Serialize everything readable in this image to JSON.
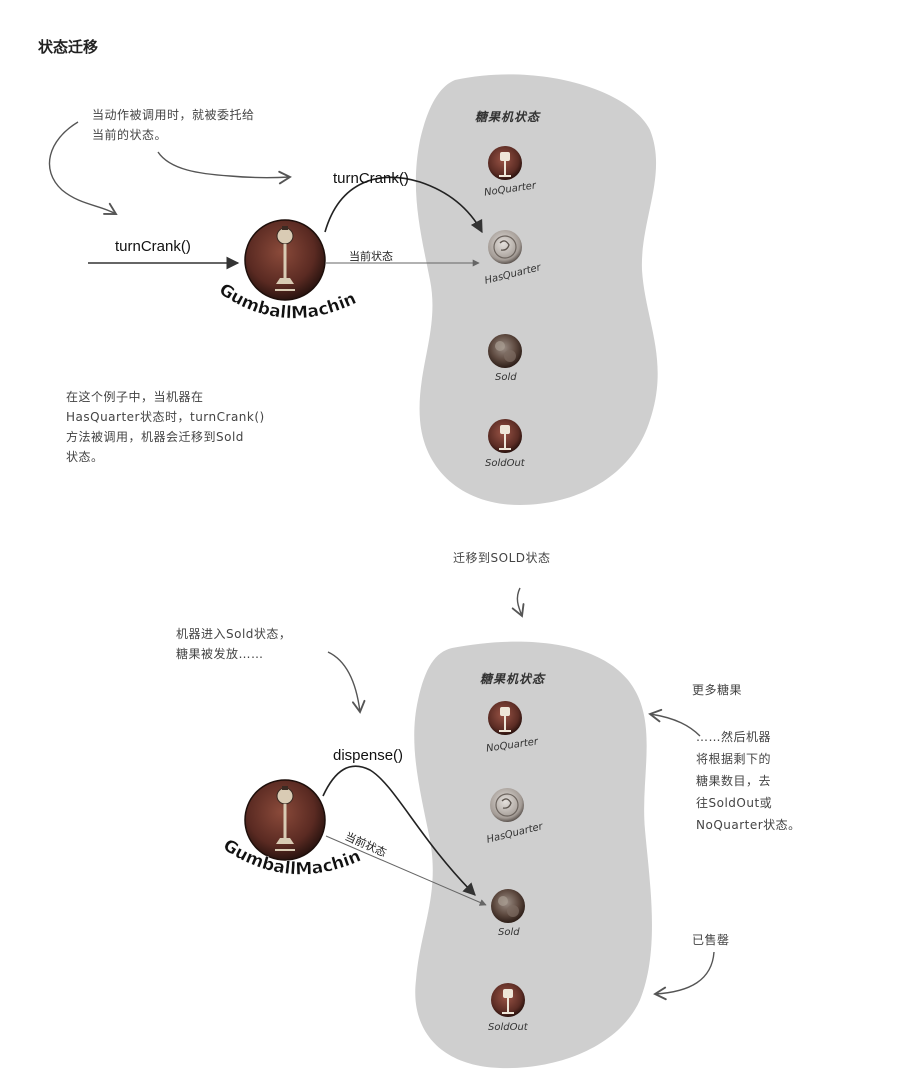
{
  "heading": "状态迁移",
  "top": {
    "note_delegate": [
      "当动作被调用时，就被委托给",
      "当前的状态。"
    ],
    "external_call": "turnCrank()",
    "delegated_call": "turnCrank()",
    "current_state": "当前状态",
    "machine_name": "GumballMachine",
    "blob_title": "糖果机状态",
    "states": [
      "NoQuarter",
      "HasQuarter",
      "Sold",
      "SoldOut"
    ],
    "example_note": [
      "在这个例子中，当机器在",
      "HasQuarter状态时，turnCrank()",
      "方法被调用，机器会迁移到Sold",
      "状态。"
    ]
  },
  "transition_label": "迁移到SOLD状态",
  "bottom": {
    "note_enter": [
      "机器进入Sold状态，",
      "糖果被发放……"
    ],
    "delegated_call": "dispense()",
    "current_state": "当前状态",
    "machine_name": "GumballMachine",
    "blob_title": "糖果机状态",
    "states": [
      "NoQuarter",
      "HasQuarter",
      "Sold",
      "SoldOut"
    ],
    "more_gumballs": "更多糖果",
    "then_note": [
      "……然后机器",
      "将根据剩下的",
      "糖果数目，去",
      "往SoldOut或",
      "NoQuarter状态。"
    ],
    "sold_out": "已售罄"
  }
}
